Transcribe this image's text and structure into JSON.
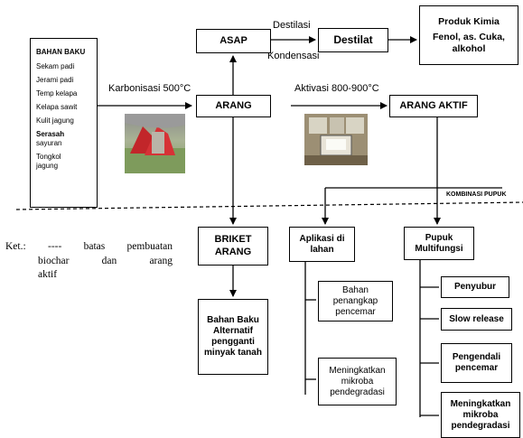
{
  "bahan_baku": {
    "title": "BAHAN BAKU",
    "items": [
      "Sekam padi",
      "Jerami padi",
      "Temp kelapa",
      "Kelapa sawit",
      "Kulit jagung"
    ],
    "serasah": "Serasah",
    "sayuran": "sayuran",
    "tongkol": "Tongkol",
    "jagung": "jagung"
  },
  "process": {
    "karbonisasi": "Karbonisasi 500°C",
    "aktivasi": "Aktivasi 800-900°C",
    "destilasi": "Destilasi",
    "kondensasi": "Kondensasi",
    "kombinasi": "KOMBINASI PUPUK"
  },
  "boxes": {
    "asap": "ASAP",
    "destilat": "Destilat",
    "produk_title": "Produk Kimia",
    "produk_body": "Fenol, as. Cuka, alkohol",
    "arang": "ARANG",
    "arang_aktif": "ARANG AKTIF",
    "briket_1": "BRIKET",
    "briket_2": "ARANG",
    "aplikasi": "Aplikasi di lahan",
    "pupuk": "Pupuk Multifungsi",
    "bahan_alt": "Bahan Baku Alternatif pengganti minyak tanah",
    "penangkap": "Bahan penangkap pencemar",
    "meningkatkan1": "Meningkatkan mikroba pendegradasi",
    "penyubur": "Penyubur",
    "slow": "Slow release",
    "pengendali": "Pengendali pencemar",
    "meningkatkan2": "Meningkatkan mikroba pendegradasi"
  },
  "ket": {
    "a": "Ket.:",
    "b": "----",
    "c": "batas",
    "d": "pembuatan",
    "e": "biochar",
    "f": "dan",
    "g": "arang",
    "h": "aktif"
  }
}
